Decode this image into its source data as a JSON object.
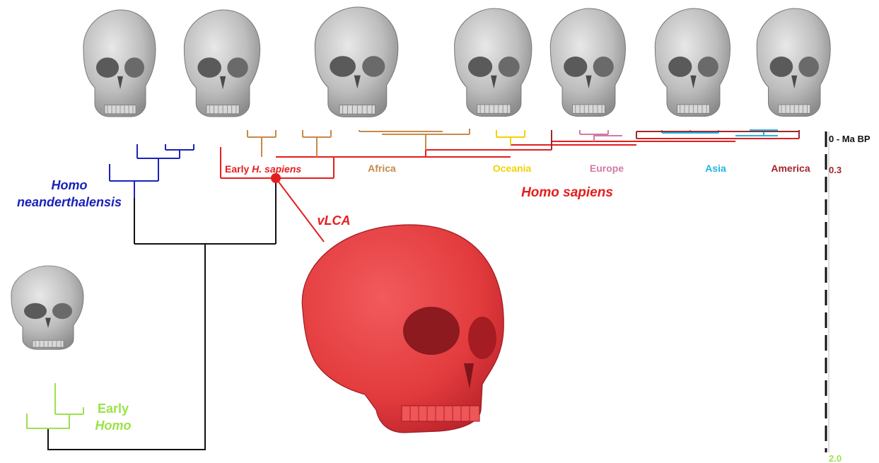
{
  "colors": {
    "neanderthal": "#1a22b8",
    "early_homo": "#9be24a",
    "sapiens": "#e41e1e",
    "africa": "#c8894a",
    "oceania": "#f0d400",
    "europe": "#d27aa6",
    "asia": "#1fb6e3",
    "america": "#a0262c",
    "trunk": "#111111",
    "skull_grey": "#b9b9b9",
    "vlca_skull": "#e23b3d"
  },
  "labels": {
    "neanderthal_line1": "Homo",
    "neanderthal_line2": "neanderthalensis",
    "early_homo_line1": "Early",
    "early_homo_line2": "Homo",
    "early_sapiens_prefix": "Early ",
    "early_sapiens_italic": "H. sapiens",
    "africa": "Africa",
    "oceania": "Oceania",
    "europe": "Europe",
    "asia": "Asia",
    "america": "America",
    "homo_sapiens": "Homo sapiens",
    "vlca": "vLCA"
  },
  "time_axis": {
    "ticks": [
      {
        "label": "0 - Ma BP",
        "color": "#111111"
      },
      {
        "label": "0.3",
        "color": "#a0262c"
      },
      {
        "label": "2.0",
        "color": "#9be24a"
      }
    ]
  },
  "icons": {
    "top_skulls": [
      "skull-icon",
      "skull-icon",
      "skull-icon",
      "skull-icon",
      "skull-icon",
      "skull-icon",
      "skull-icon"
    ],
    "side_skull": "skull-icon",
    "vlca_skull": "skull-icon"
  }
}
